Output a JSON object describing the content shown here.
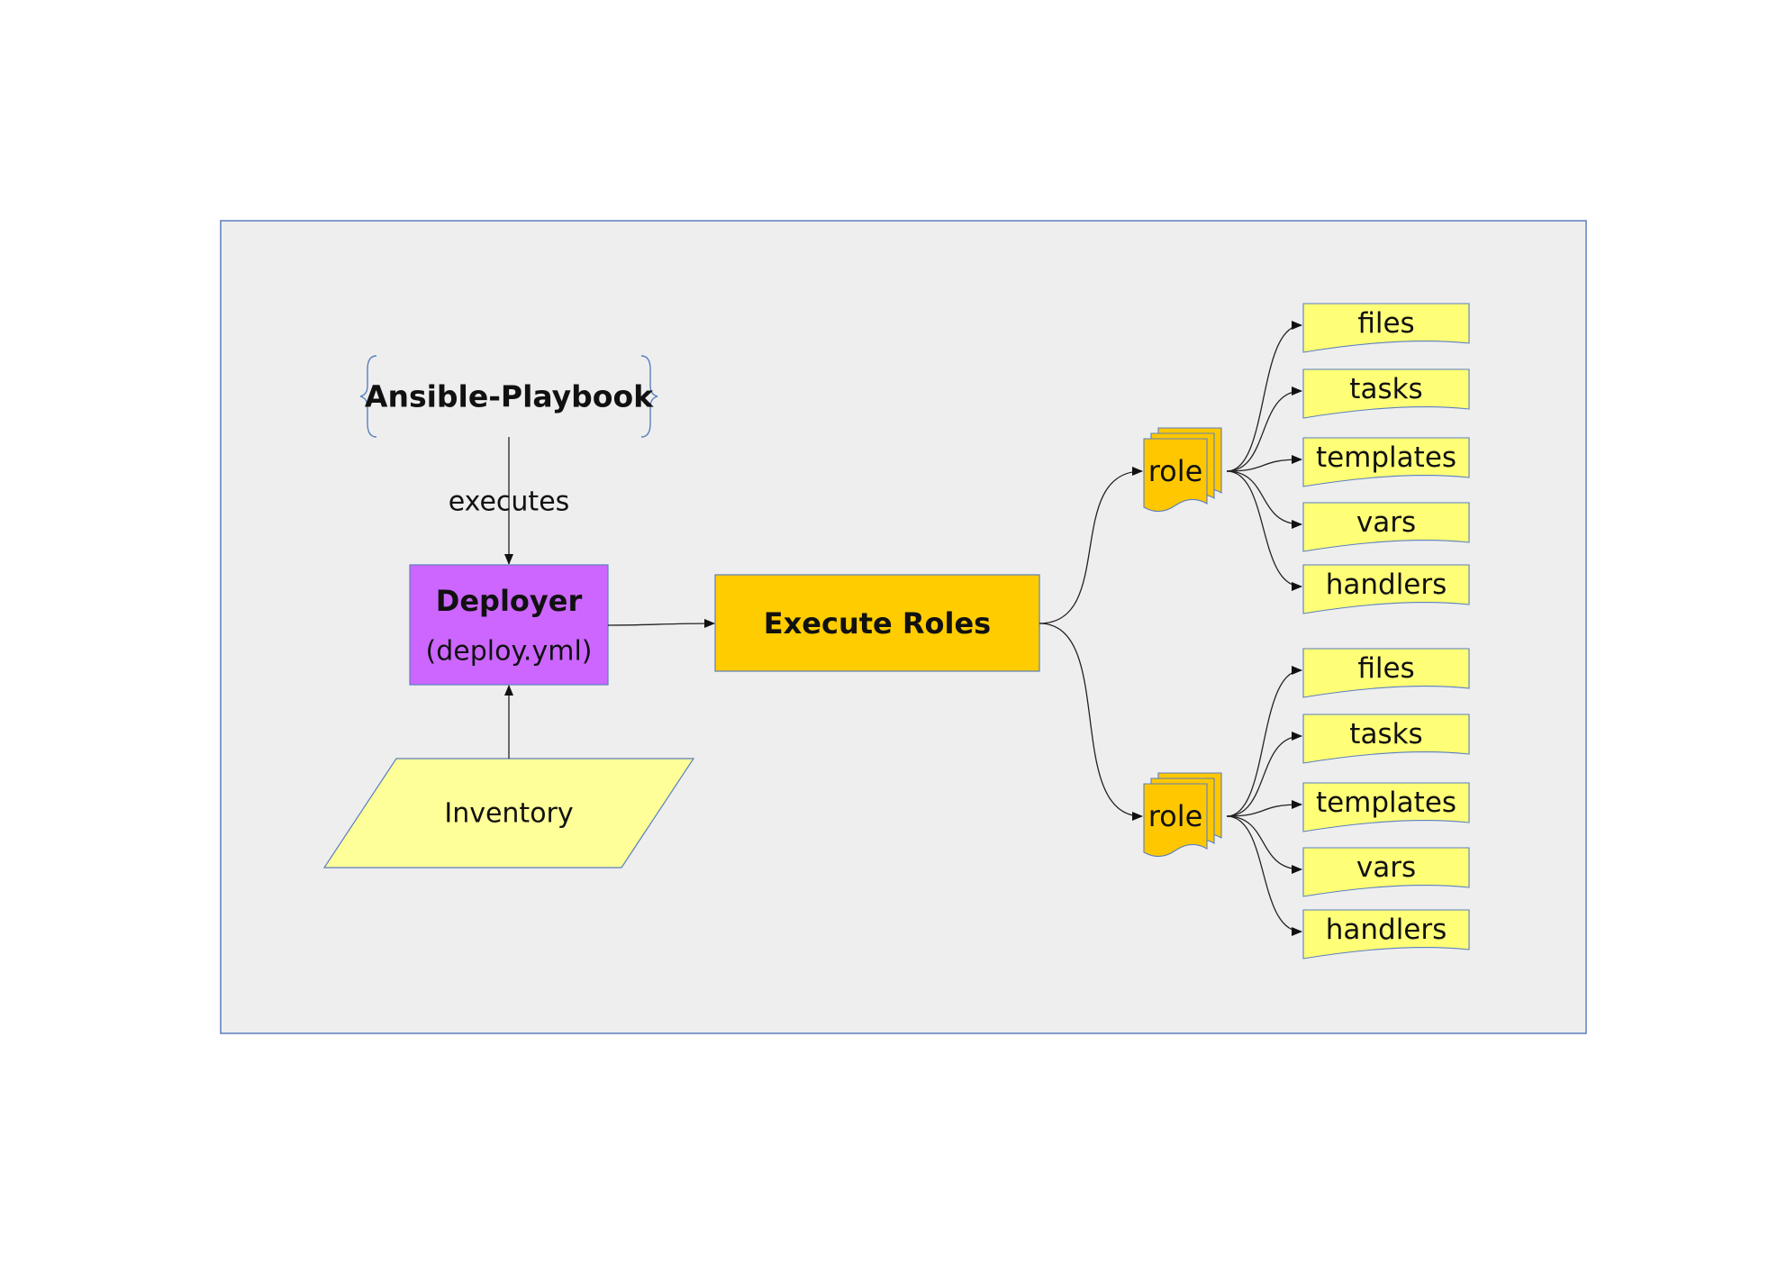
{
  "colors": {
    "canvas": "#eeeeee",
    "canvas_border": "#5b7fbf",
    "deployer": "#cc66ff",
    "execute": "#ffcc00",
    "role": "#ffc700",
    "note": "#ffff77",
    "inventory": "#ffff99",
    "edge": "#222222"
  },
  "nodes": {
    "playbook": {
      "label": "Ansible-Playbook"
    },
    "edge_label": "executes",
    "deployer": {
      "title": "Deployer",
      "subtitle": "(deploy.yml)"
    },
    "execute": {
      "label": "Execute Roles"
    },
    "inventory": {
      "label": "Inventory"
    }
  },
  "roles": [
    {
      "label": "role",
      "items": [
        "files",
        "tasks",
        "templates",
        "vars",
        "handlers"
      ]
    },
    {
      "label": "role",
      "items": [
        "files",
        "tasks",
        "templates",
        "vars",
        "handlers"
      ]
    }
  ]
}
